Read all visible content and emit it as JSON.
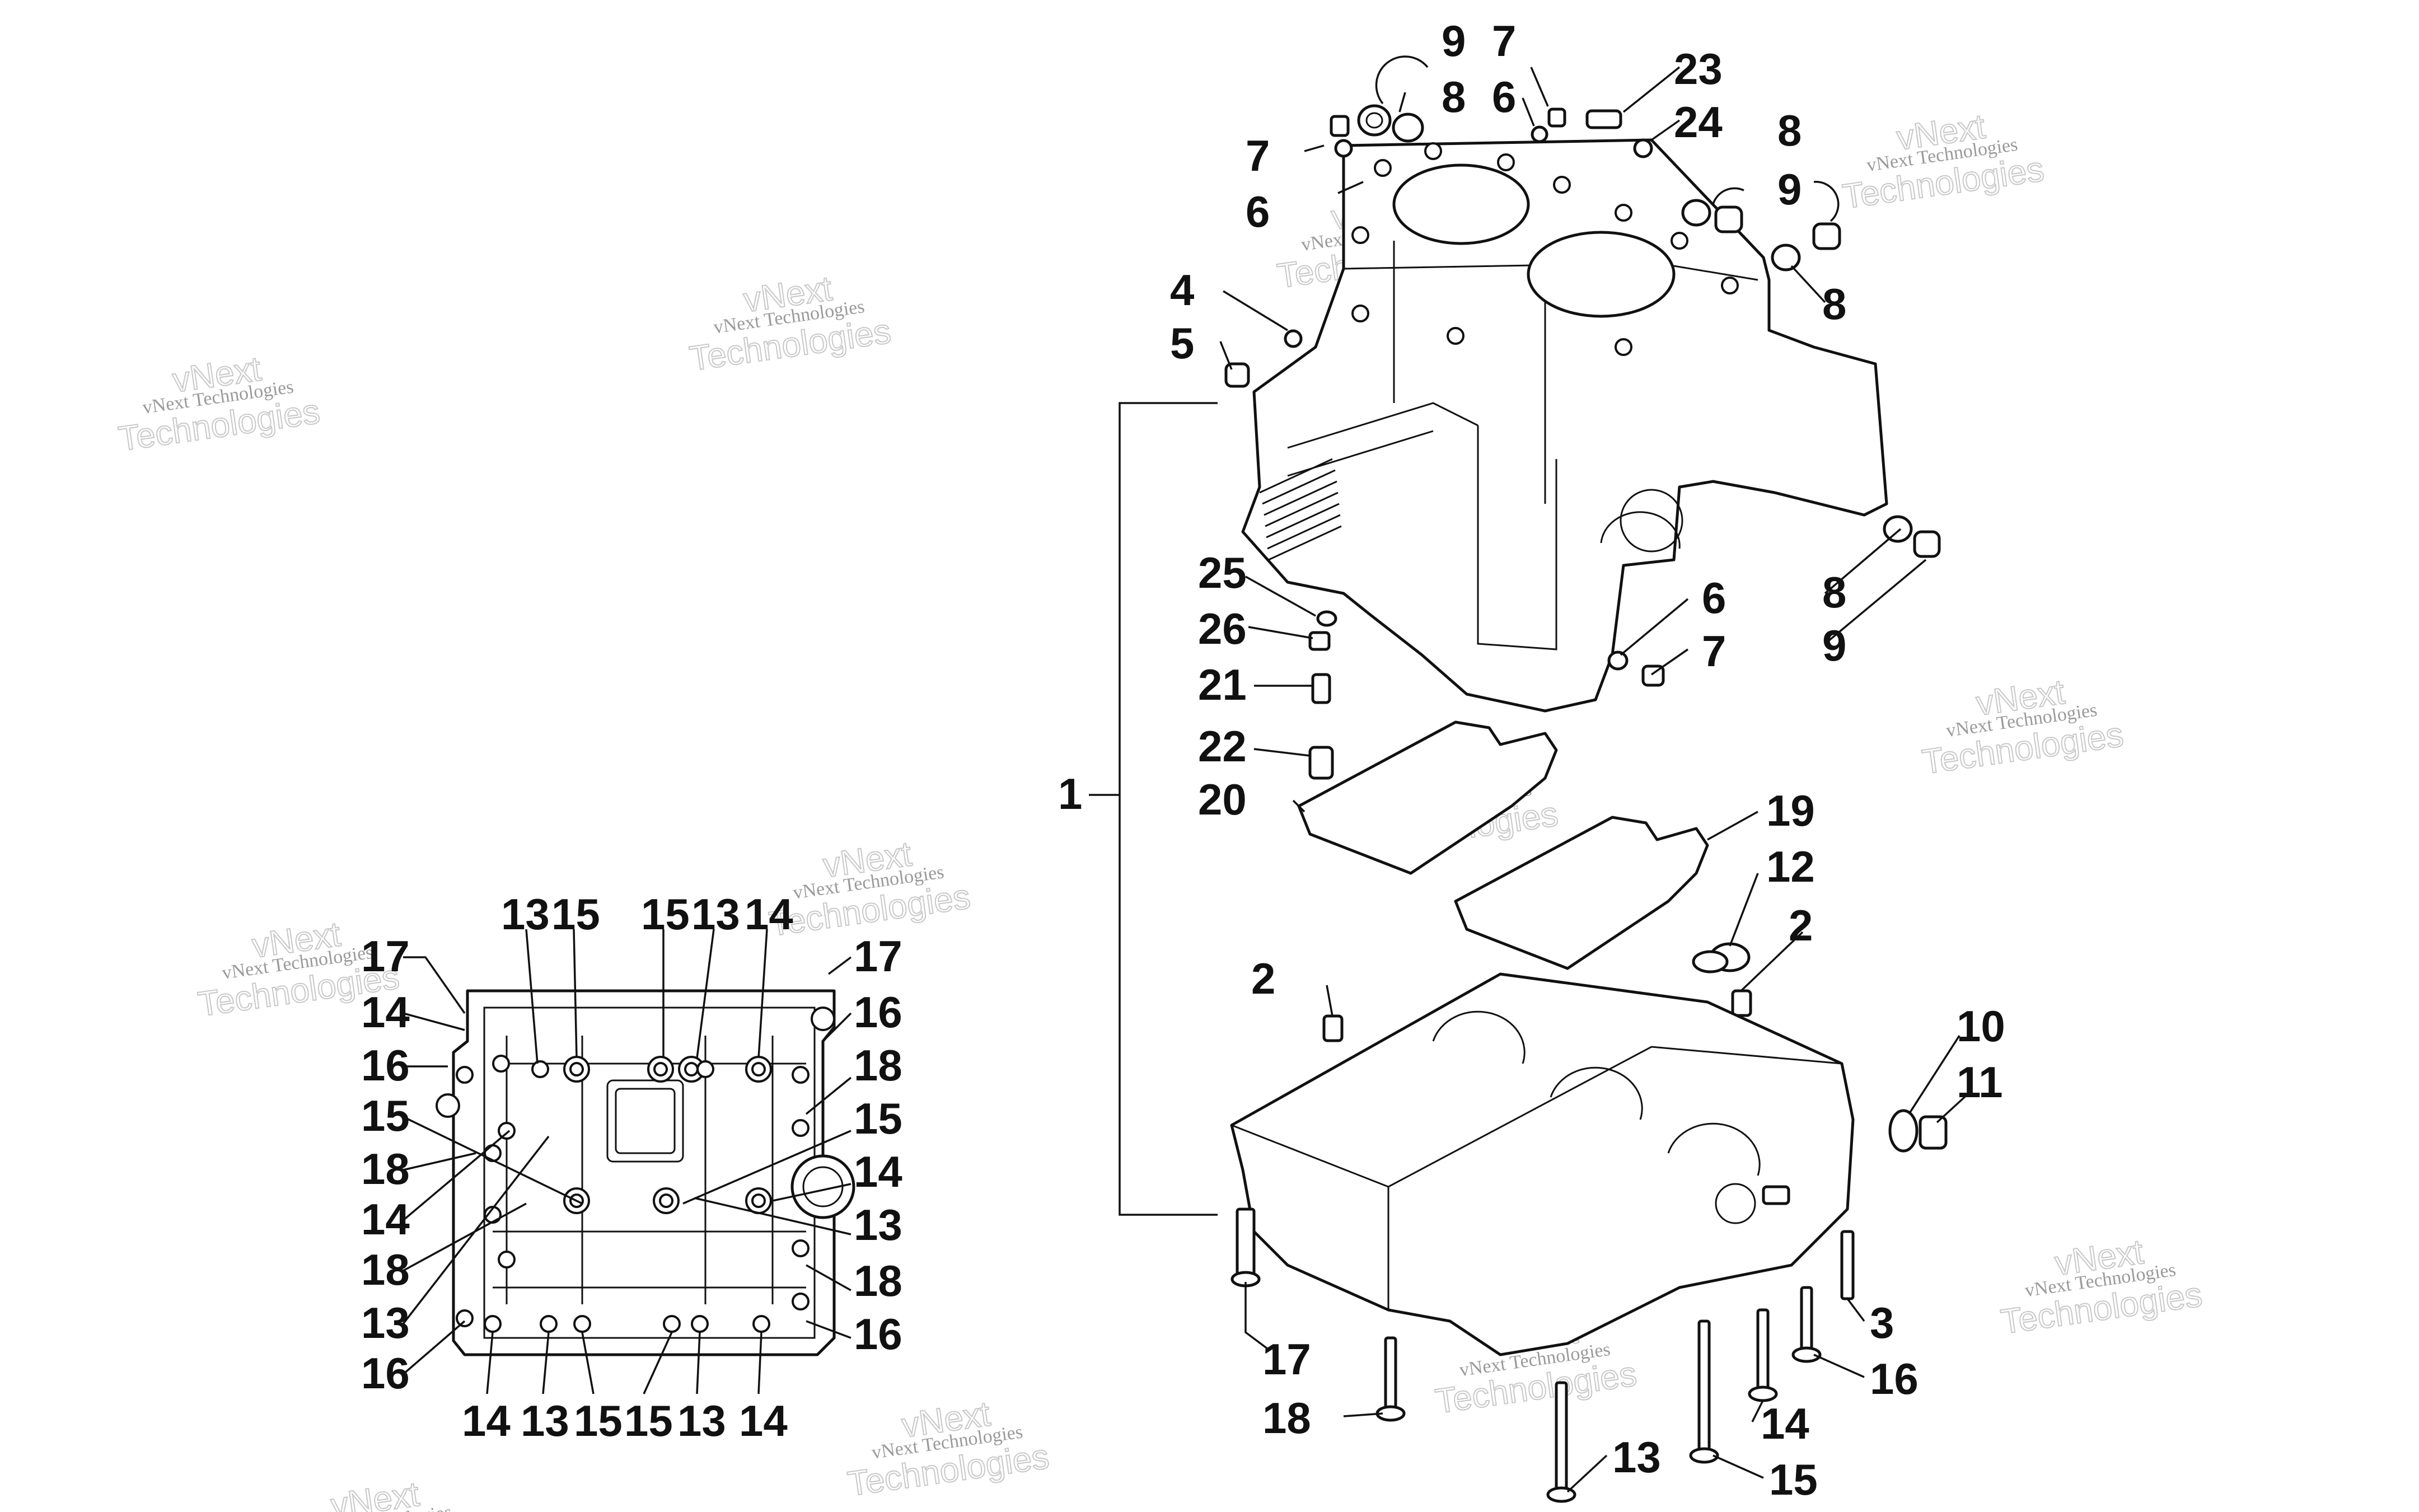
{
  "diagram": {
    "callouts": {
      "c1": "1",
      "c2a": "2",
      "c2b": "2",
      "c3": "3",
      "c4": "4",
      "c5": "5",
      "c6a": "6",
      "c6b": "6",
      "c6c": "6",
      "c7a": "7",
      "c7b": "7",
      "c7c": "7",
      "c8a": "8",
      "c8b": "8",
      "c8c": "8",
      "c8d": "8",
      "c9a": "9",
      "c9b": "9",
      "c9c": "9",
      "c10": "10",
      "c11": "11",
      "c12": "12",
      "c13a": "13",
      "c13b": "13",
      "c13c": "13",
      "c13d": "13",
      "c13e": "13",
      "c13f": "13",
      "c13g": "13",
      "c14a": "14",
      "c14b": "14",
      "c14c": "14",
      "c14d": "14",
      "c14e": "14",
      "c14f": "14",
      "c14g": "14",
      "c15a": "15",
      "c15b": "15",
      "c15c": "15",
      "c15d": "15",
      "c15e": "15",
      "c15f": "15",
      "c15g": "15",
      "c16a": "16",
      "c16b": "16",
      "c16c": "16",
      "c16d": "16",
      "c16e": "16",
      "c17a": "17",
      "c17b": "17",
      "c17c": "17",
      "c18a": "18",
      "c18b": "18",
      "c18c": "18",
      "c18d": "18",
      "c18e": "18",
      "c19": "19",
      "c20": "20",
      "c21": "21",
      "c22": "22",
      "c23": "23",
      "c24": "24",
      "c25": "25",
      "c26": "26"
    },
    "watermark": {
      "line1": "vNext",
      "line2": "vNext Technologies",
      "line3": "Technologies"
    }
  }
}
